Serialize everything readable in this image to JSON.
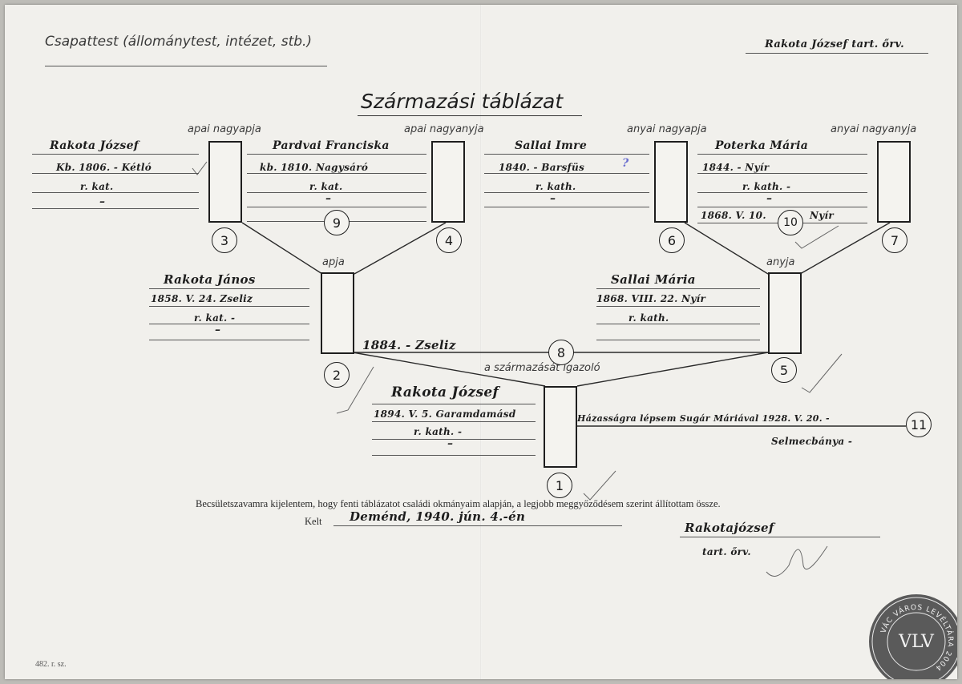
{
  "header": {
    "unit_label": "Csapattest (állománytest, intézet, stb.)",
    "name_rank": "Rakota József tart. őrv.",
    "title": "Származási táblázat"
  },
  "roles": {
    "paternal_grandfather": "apai nagyapja",
    "paternal_grandmother": "apai nagyanyja",
    "maternal_grandfather": "anyai nagyapja",
    "maternal_grandmother": "anyai nagyanyja",
    "father": "apja",
    "mother": "anyja",
    "self": "a származását igazoló"
  },
  "persons": {
    "p3": {
      "number": "3",
      "name": "Rakota József",
      "birth": "Kb. 1806. - Kétló",
      "religion": "r. kat.",
      "dash": "–"
    },
    "p4": {
      "number": "4",
      "name": "Pardvai Franciska",
      "birth": "kb. 1810. Nagysáró",
      "religion": "r. kat.",
      "dash": "–"
    },
    "p6": {
      "number": "6",
      "name": "Sallai Imre",
      "birth": "1840. - Barsfüs",
      "query": "?",
      "religion": "r. kath.",
      "dash": "–"
    },
    "p7": {
      "number": "7",
      "name": "Poterka Mária",
      "birth": "1844. - Nyír",
      "religion": "r. kath. -",
      "dash": "–"
    },
    "p2": {
      "number": "2",
      "name": "Rakota János",
      "birth": "1858. V. 24. Zseliz",
      "religion": "r. kat. -",
      "dash": "–"
    },
    "p5": {
      "number": "5",
      "name": "Sallai Mária",
      "birth": "1868. VIII. 22. Nyír",
      "religion": "r. kath.",
      "dash": ""
    },
    "p1": {
      "number": "1",
      "name": "Rakota József",
      "birth": "1894. V. 5. Garamdamásd",
      "religion": "r. kath. -",
      "dash": "–"
    }
  },
  "marriages": {
    "m9": {
      "number": "9",
      "text": "–"
    },
    "m10": {
      "number": "10",
      "date": "1868. V. 10.",
      "place": "Nyír"
    },
    "m8": {
      "number": "8",
      "text": "1884. - Zseliz"
    },
    "m11": {
      "number": "11",
      "text": "Házasságra lépsem Sugár Máriával 1928. V. 20. -",
      "place": "Selmecbánya -"
    }
  },
  "declaration": {
    "text": "Becsületszavamra kijelentem, hogy fenti táblázatot családi okmányaim alapján, a legjobb meggyőződésem szerint állítottam össze.",
    "kelt_label": "Kelt",
    "kelt_value": "Deménd, 1940. jún. 4.-én",
    "signature": "Rakotajózsef",
    "rank": "tart. őrv."
  },
  "footer": {
    "form_number": "482. r. sz."
  },
  "stamp": {
    "text": "VÁC VÁROS LEVÉLTÁRA 2004",
    "monogram": "VLV"
  },
  "colors": {
    "paper": "#f1f0ec",
    "ink": "#1e1e1e",
    "query_mark": "#6b6fd0"
  }
}
